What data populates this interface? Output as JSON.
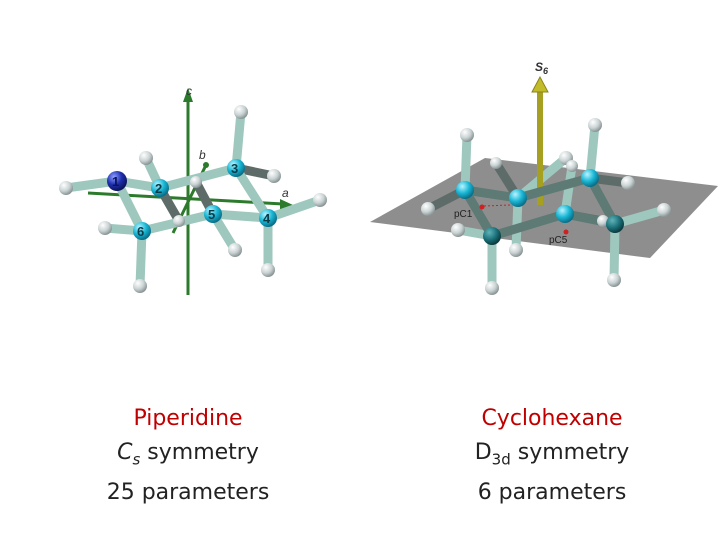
{
  "piperidine": {
    "name": "Piperidine",
    "symmetry_symbol": "C",
    "symmetry_subscript": "s",
    "symmetry_word": " symmetry",
    "parameters": "25 parameters",
    "axes": {
      "a": "a",
      "b": "b",
      "c": "c"
    },
    "atoms": [
      "1",
      "2",
      "3",
      "4",
      "5",
      "6"
    ]
  },
  "cyclohexane": {
    "name": "Cyclohexane",
    "symmetry_symbol": "D",
    "symmetry_subscript": "3d",
    "symmetry_word": " symmetry",
    "parameters": "6 parameters",
    "axis_label_main": "S",
    "axis_label_sub": "6",
    "plane_points": [
      "pC1",
      "pC5"
    ]
  },
  "colors": {
    "nitrogen": "#1e2fb0",
    "carbon": "#19b7d6",
    "hydrogen": "#c9d2d3",
    "bond_light": "#9ec7bd",
    "bond_dark": "#5e6c69",
    "axis_green": "#2c7a2c",
    "s6_axis": "#a5a020",
    "caption_red": "#c00000"
  }
}
